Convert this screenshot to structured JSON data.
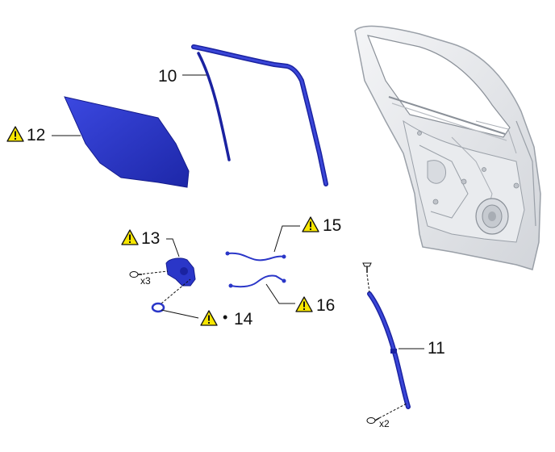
{
  "parts": [
    {
      "id": "door-glass",
      "number": "12",
      "caution": true,
      "caution_icon": "warning-triangle-icon"
    },
    {
      "id": "door-glass-run",
      "number": "10",
      "caution": false
    },
    {
      "id": "rear-division-bar",
      "number": "11",
      "caution": false
    },
    {
      "id": "window-regulator-motor",
      "number": "13",
      "caution": true,
      "caution_icon": "warning-triangle-icon"
    },
    {
      "id": "motor-seal",
      "number": "14",
      "caution": true,
      "caution_icon": "warning-triangle-icon",
      "prefix": "•"
    },
    {
      "id": "cable-a",
      "number": "15",
      "caution": true,
      "caution_icon": "warning-triangle-icon"
    },
    {
      "id": "cable-b",
      "number": "16",
      "caution": true,
      "caution_icon": "warning-triangle-icon"
    }
  ],
  "fasteners": [
    {
      "id": "motor-bolts",
      "quantity": "x3",
      "icon": "bolt-icon"
    },
    {
      "id": "division-bar-bolts-lower",
      "quantity": "x2",
      "icon": "bolt-icon"
    },
    {
      "id": "division-bar-screw-upper",
      "icon": "screw-icon"
    }
  ],
  "colors": {
    "part_blue": "#2a36c8",
    "part_blue_dark": "#1a22a0",
    "door_panel": "#e6e8ec",
    "door_edge": "#9aa0a8",
    "warning_fill": "#f7e600",
    "line": "#111111"
  }
}
